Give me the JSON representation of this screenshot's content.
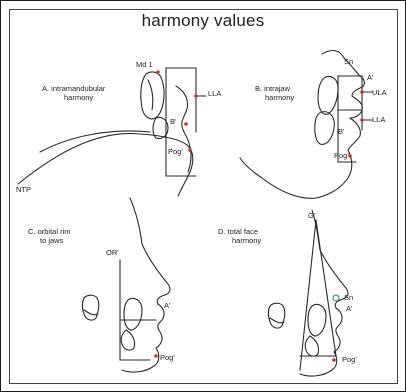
{
  "title": "harmony values",
  "panels": {
    "a": {
      "heading_line1": "A.   intramandubular",
      "heading_line2": "harmony",
      "label_md1": "Md 1",
      "label_lla": "LLA",
      "label_b": "B'",
      "label_pog": "Pog'",
      "label_ntp": "NTP"
    },
    "b": {
      "heading_line1": "B.  intrajaw",
      "heading_line2": "harmony",
      "label_sn": "Sn",
      "label_a": "A'",
      "label_ula": "ULA",
      "label_lla": "LLA",
      "label_b": "B'",
      "label_pog": "Pog'"
    },
    "c": {
      "heading_line1": "C.  orbital rim",
      "heading_line2": "to jaws",
      "label_or": "OR'",
      "label_a": "A'",
      "label_pog": "Pog'"
    },
    "d": {
      "heading_line1": "D.  total face",
      "heading_line2": "harmony",
      "label_g": "G'",
      "label_sn": "Sn",
      "label_a": "A'",
      "label_pog": "Pog'"
    }
  },
  "colors": {
    "line": "#2a2a2a",
    "landmark_dot": "#c0392b",
    "accent_green": "#4c9a60"
  }
}
